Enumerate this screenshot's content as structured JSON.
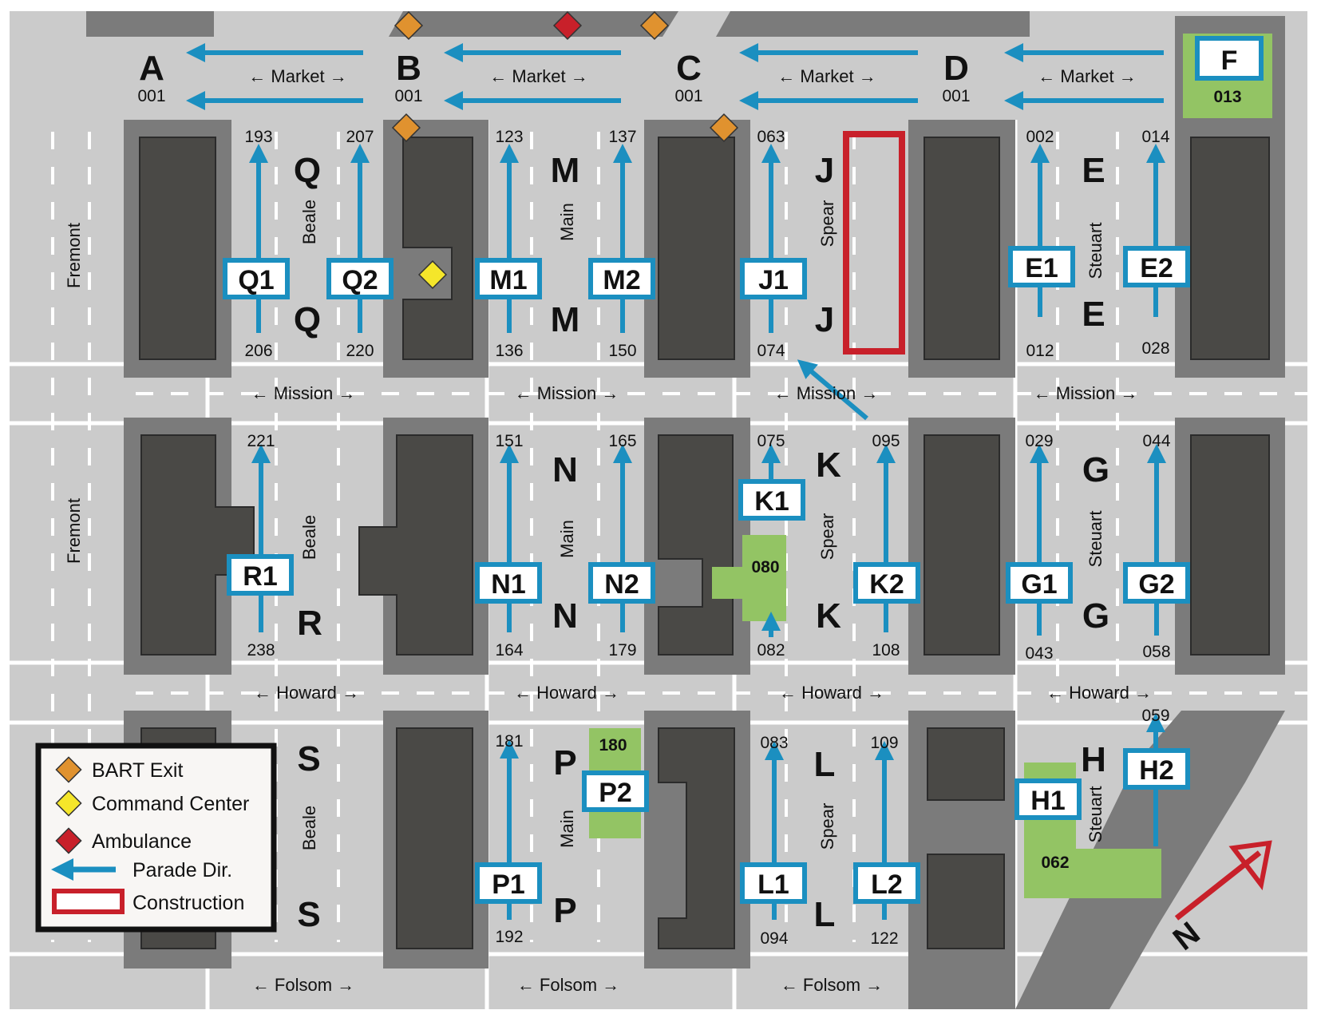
{
  "streets": {
    "horizontal": [
      "← Market →",
      "← Mission →",
      "← Howard →",
      "← Folsom →"
    ],
    "vertical": [
      "Fremont",
      "Beale",
      "Main",
      "Spear",
      "Steuart"
    ]
  },
  "points": [
    {
      "letter": "A",
      "code": "001"
    },
    {
      "letter": "B",
      "code": "001"
    },
    {
      "letter": "C",
      "code": "001"
    },
    {
      "letter": "D",
      "code": "001"
    }
  ],
  "block_letters": [
    "Q",
    "M",
    "J",
    "E",
    "N",
    "K",
    "G",
    "R",
    "S",
    "P",
    "L",
    "H"
  ],
  "stations": [
    {
      "id": "Q1",
      "top": "193",
      "bottom": "206"
    },
    {
      "id": "Q2",
      "top": "207",
      "bottom": "220"
    },
    {
      "id": "M1",
      "top": "123",
      "bottom": "136"
    },
    {
      "id": "M2",
      "top": "137",
      "bottom": "150"
    },
    {
      "id": "J1",
      "top": "063",
      "bottom": "074"
    },
    {
      "id": "E1",
      "top": "002",
      "bottom": "012"
    },
    {
      "id": "E2",
      "top": "014",
      "bottom": "028"
    },
    {
      "id": "R1",
      "top": "221",
      "bottom": "238"
    },
    {
      "id": "N1",
      "top": "151",
      "bottom": "164"
    },
    {
      "id": "N2",
      "top": "165",
      "bottom": "179"
    },
    {
      "id": "K1",
      "top": "075",
      "bottom": "082"
    },
    {
      "id": "K2",
      "top": "095",
      "bottom": "108"
    },
    {
      "id": "G1",
      "top": "029",
      "bottom": "043"
    },
    {
      "id": "G2",
      "top": "044",
      "bottom": "058"
    },
    {
      "id": "P1",
      "top": "181",
      "bottom": "192"
    },
    {
      "id": "P2",
      "top": "180",
      "bottom": ""
    },
    {
      "id": "L1",
      "top": "083",
      "bottom": "094"
    },
    {
      "id": "L2",
      "top": "109",
      "bottom": "122"
    },
    {
      "id": "H1",
      "top": "",
      "bottom": ""
    },
    {
      "id": "H2",
      "top": "059",
      "bottom": ""
    },
    {
      "id": "F",
      "top": "",
      "bottom": "013"
    }
  ],
  "parks": [
    "013",
    "080",
    "180",
    "062"
  ],
  "legend": {
    "items": [
      {
        "label": "BART Exit",
        "color": "#e0922f"
      },
      {
        "label": "Command Center",
        "color": "#f5e62a"
      },
      {
        "label": "Ambulance",
        "color": "#c8202a"
      },
      {
        "label": "Parade Dir.",
        "color": "#1b8fc0"
      },
      {
        "label": "Construction",
        "color": "#c8202a"
      }
    ]
  },
  "compass": "N",
  "colors": {
    "road": "#cbcbcb",
    "block": "#7b7b7b",
    "building": "#4a4946",
    "park": "#93c464",
    "parade": "#1b8fc0",
    "construction": "#c8202a",
    "bart": "#e0922f",
    "command": "#f5e62a",
    "ambulance": "#c8202a"
  }
}
